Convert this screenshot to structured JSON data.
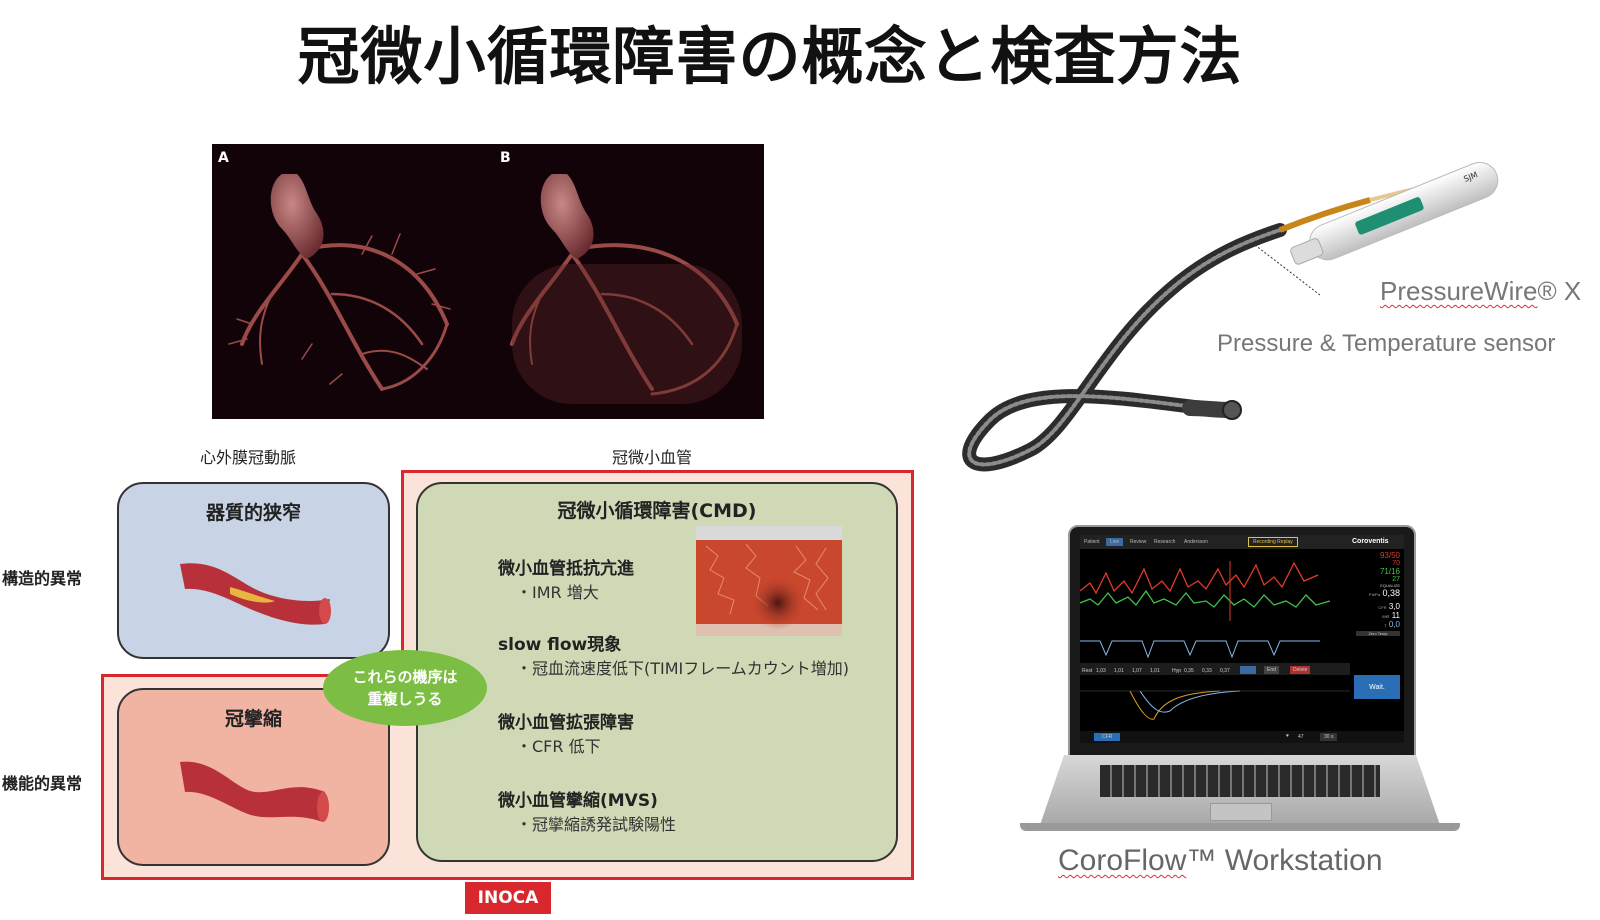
{
  "title": "冠微小循環障害の概念と検査方法",
  "heart_images": {
    "label_a": "A",
    "label_b": "B"
  },
  "columns": {
    "epicardial": "心外膜冠動脈",
    "microvascular": "冠微小血管"
  },
  "rows": {
    "structural": "構造的異常",
    "functional": "機能的異常"
  },
  "cards": {
    "organic_stenosis": "器質的狭窄",
    "vasospasm": "冠攣縮",
    "cmd_title": "冠微小循環障害(CMD)"
  },
  "cmd_items": [
    {
      "title": "微小血管抵抗亢進",
      "sub": "・IMR 増大"
    },
    {
      "title": "slow flow現象",
      "sub": "・冠血流速度低下(TIMIフレームカウント増加)"
    },
    {
      "title": "微小血管拡張障害",
      "sub": "・CFR 低下"
    },
    {
      "title": "微小血管攣縮(MVS)",
      "sub": "・冠攣縮誘発試験陽性"
    }
  ],
  "overlap_note": {
    "line1": "これらの機序は",
    "line2": "重複しうる"
  },
  "inoca_label": "INOCA",
  "pressure_wire": {
    "name": "PressureWire",
    "suffix": "® X",
    "sensor_label": "Pressure & Temperature sensor",
    "brand": "SJM"
  },
  "coroflow": {
    "name": "CoroFlow",
    "suffix": "™ Workstation"
  },
  "monitor": {
    "brand": "Coroventis",
    "tabs": [
      "Patient",
      "Live",
      "Review",
      "Research"
    ],
    "user": "Andersson",
    "recording": "Recording Replay",
    "aortic": "93/50",
    "aortic_mean": "70",
    "distal": "71/16",
    "distal_mean": "27",
    "equalize": "EQUALIZE",
    "pdpa_label": "Pd/Pa",
    "pdpa": "0,38",
    "cfr_label": "CFR",
    "cfr": "3,0",
    "imr_label": "IMR",
    "imr": "11",
    "t_label": "T",
    "t": "0,0",
    "zero_temp": "Zero Temp",
    "rest_label": "Rest",
    "rest_values": [
      "1,03",
      "1,01",
      "1,07",
      "1,01"
    ],
    "hyp_label": "Hyp",
    "hyp_values": [
      "0,35",
      "0,33",
      "0,37"
    ],
    "end_btn": "End",
    "delete_btn": "Delete",
    "mode": "CFR",
    "heart_rate": "47",
    "duration": "30 s",
    "wait_btn": "Wait.",
    "accent_color": "#2a6fb5"
  },
  "colors": {
    "inoca_red": "#d9272e",
    "structural_blue": "#c9d3e6",
    "functional_pink": "#f1b4a3",
    "cmd_green": "#cfd9b6",
    "ellipse_green": "#7cbe44"
  }
}
